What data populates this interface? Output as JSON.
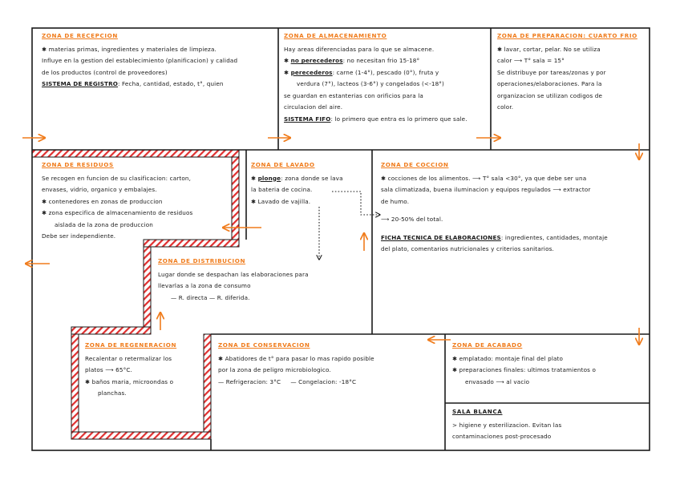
{
  "zones": {
    "recepcion": {
      "title": "ZONA DE RECEPCION",
      "l1": "✱ materias primas, ingredientes y materiales de limpieza.",
      "l2": "Influye en la gestion del establecimiento (planificacion) y calidad",
      "l3": "de los productos (control de proveedores)",
      "reg_label": "SISTEMA DE REGISTRO",
      "reg_text": ": Fecha, cantidad, estado, t°, quien"
    },
    "almacenamiento": {
      "title": "ZONA DE ALMACENAMIENTO",
      "l1": "Hay areas diferenciadas para lo que se almacene.",
      "np_label": "no perecederos",
      "np_text": ": no necesitan frio 15-18°",
      "p_label": "perecederos",
      "p_text": ": carne (1-4°), pescado (0°), fruta y",
      "p_text2": "verdura (7°), lacteos (3-6°) y congelados (<-18°)",
      "l5": "se guardan en estanterias con orificios para la",
      "l6": "circulacion del aire.",
      "fifo_label": "SISTEMA FIFO",
      "fifo_text": ": lo primero que entra es lo primero que sale."
    },
    "preparacion": {
      "title": "ZONA DE PREPARACION: CUARTO FRIO",
      "l1": "✱ lavar, cortar, pelar. No se utiliza",
      "l2": "calor ⟶ T° sala = 15°",
      "l3": "Se distribuye por tareas/zonas y por",
      "l4": "operaciones/elaboraciones. Para la",
      "l5": "organizacion se utilizan codigos de",
      "l6": "color."
    },
    "residuos": {
      "title": "ZONA DE RESIDUOS",
      "l1": "Se recogen en funcion de su clasificacion: carton,",
      "l2": "envases, vidrio, organico y embalajes.",
      "l3": "✱ contenedores en zonas de produccion",
      "l4": "✱ zona especifica de almacenamiento de residuos",
      "l5": "aislada de la zona de produccion",
      "l6": "Debe ser independiente."
    },
    "lavado": {
      "title": "ZONA DE LAVADO",
      "plonge_label": "plonge",
      "l1": ": zona donde se lava",
      "l2": "la bateria de cocina.",
      "l3": "✱ Lavado de vajilla."
    },
    "coccion": {
      "title": "ZONA DE COCCION",
      "l1": "✱ cocciones de los alimentos. ⟶ T° sala <30°, ya que debe ser una",
      "l2": "sala climatizada, buena iluminacion y equipos regulados ⟶ extractor",
      "l3": "de humo.",
      "l4": "⟶ 20-50% del total.",
      "ficha_label": "FICHA TECNICA DE ELABORACIONES",
      "l5": ": ingredientes, cantidades, montaje",
      "l6": "del plato, comentarios nutricionales y criterios sanitarios."
    },
    "distribucion": {
      "title": "ZONA DE DISTRIBUCION",
      "l1": "Lugar donde se despachan las elaboraciones para",
      "l2": "llevarlas a la zona de consumo",
      "l3": "— R. directa   — R. diferida."
    },
    "regeneracion": {
      "title": "ZONA DE REGENERACION",
      "l1": "Recalentar o retermalizar los",
      "l2": "platos ⟶ 65°C.",
      "l3": "✱ baños maria, microondas o",
      "l4": "planchas."
    },
    "conservacion": {
      "title": "ZONA DE CONSERVACION",
      "l1": "✱ Abatidores de t° para pasar lo mas rapido posible",
      "l2": "por la zona de peligro microbiologico.",
      "l3": "— Refrigeracion: 3°C     — Congelacion: -18°C"
    },
    "acabado": {
      "title": "ZONA DE ACABADO",
      "l1": "✱ emplatado: montaje final del plato",
      "l2": "✱ preparaciones finales: ultimos tratamientos o",
      "l3": "envasado ⟶ al vacio"
    },
    "sala_blanca": {
      "title": "SALA BLANCA",
      "l1": "> higiene y esterilizacion. Evitan las",
      "l2": "contaminaciones post-procesado"
    }
  },
  "colors": {
    "accent": "#f07c1c",
    "ink": "#1a1a1a",
    "hatch": "#e03030"
  }
}
